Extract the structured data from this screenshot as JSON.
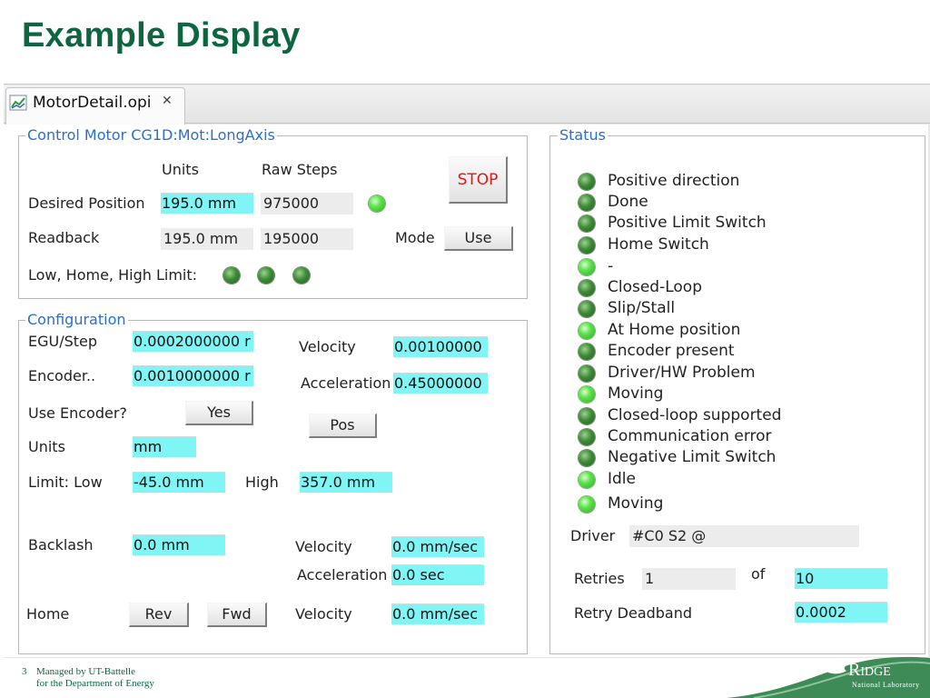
{
  "slide": {
    "title": "Example Display",
    "page_number": "3",
    "footer_line1": "Managed by UT-Battelle",
    "footer_line2": "for the Department of Energy",
    "logo_text": "Ridge",
    "logo_subtext": "National Laboratory"
  },
  "window": {
    "tab_label": "MotorDetail.opi",
    "tab_icon": "chart-icon",
    "close_icon": "close-icon"
  },
  "control": {
    "group_title": "Control Motor CG1D:Mot:LongAxis",
    "units_header": "Units",
    "raw_steps_header": "Raw Steps",
    "desired_position_label": "Desired Position",
    "desired_position_value": "195.0 mm",
    "desired_raw_steps": "975000",
    "readback_label": "Readback",
    "readback_value": "195.0 mm",
    "readback_raw_steps": "195000",
    "mode_label": "Mode",
    "mode_button": "Use",
    "stop_button": "STOP",
    "limits_label": "Low, Home, High Limit:"
  },
  "config": {
    "group_title": "Configuration",
    "egu_step_label": "EGU/Step",
    "egu_step_value": "0.0002000000 r",
    "encoder_label": "Encoder..",
    "encoder_value": "0.0010000000 r",
    "use_encoder_label": "Use Encoder?",
    "use_encoder_button": "Yes",
    "units_label": "Units",
    "units_value": "mm",
    "limit_low_label": "Limit: Low",
    "limit_low_value": "-45.0 mm",
    "high_label": "High",
    "high_value": "357.0 mm",
    "velocity_label": "Velocity",
    "velocity_value": "0.00100000",
    "acceleration_label": "Acceleration",
    "acceleration_value": "0.45000000",
    "pos_button": "Pos",
    "backlash_label": "Backlash",
    "backlash_value": "0.0 mm",
    "backlash_velocity_label": "Velocity",
    "backlash_velocity_value": "0.0 mm/sec",
    "backlash_accel_label": "Acceleration",
    "backlash_accel_value": "0.0 sec",
    "home_label": "Home",
    "rev_button": "Rev",
    "fwd_button": "Fwd",
    "home_velocity_label": "Velocity",
    "home_velocity_value": "0.0 mm/sec"
  },
  "status": {
    "group_title": "Status",
    "items": [
      {
        "label": "Positive direction",
        "on": false
      },
      {
        "label": "Done",
        "on": false
      },
      {
        "label": "Positive Limit Switch",
        "on": false
      },
      {
        "label": "Home Switch",
        "on": false
      },
      {
        "label": "-",
        "on": true
      },
      {
        "label": "Closed-Loop",
        "on": false
      },
      {
        "label": "Slip/Stall",
        "on": false
      },
      {
        "label": "At Home position",
        "on": true
      },
      {
        "label": "Encoder present",
        "on": false
      },
      {
        "label": "Driver/HW Problem",
        "on": false
      },
      {
        "label": "Moving",
        "on": true
      },
      {
        "label": "Closed-loop supported",
        "on": false
      },
      {
        "label": "Communication error",
        "on": false
      },
      {
        "label": "Negative Limit Switch",
        "on": false
      },
      {
        "label": "Idle",
        "on": true
      },
      {
        "label": "Moving",
        "on": true
      }
    ],
    "driver_label": "Driver",
    "driver_value": "#C0 S2 @",
    "retries_label": "Retries",
    "retries_value": "1",
    "of_label": "of",
    "retries_max_value": "10",
    "retry_deadband_label": "Retry Deadband",
    "retry_deadband_value": "0.0002"
  },
  "colors": {
    "title_green": "#0e6640",
    "group_title_blue": "#2c6fc7",
    "input_cyan": "#7ff5f5",
    "stop_red": "#e01818",
    "led_on": "#5be24b",
    "led_off": "#3e8a36"
  }
}
